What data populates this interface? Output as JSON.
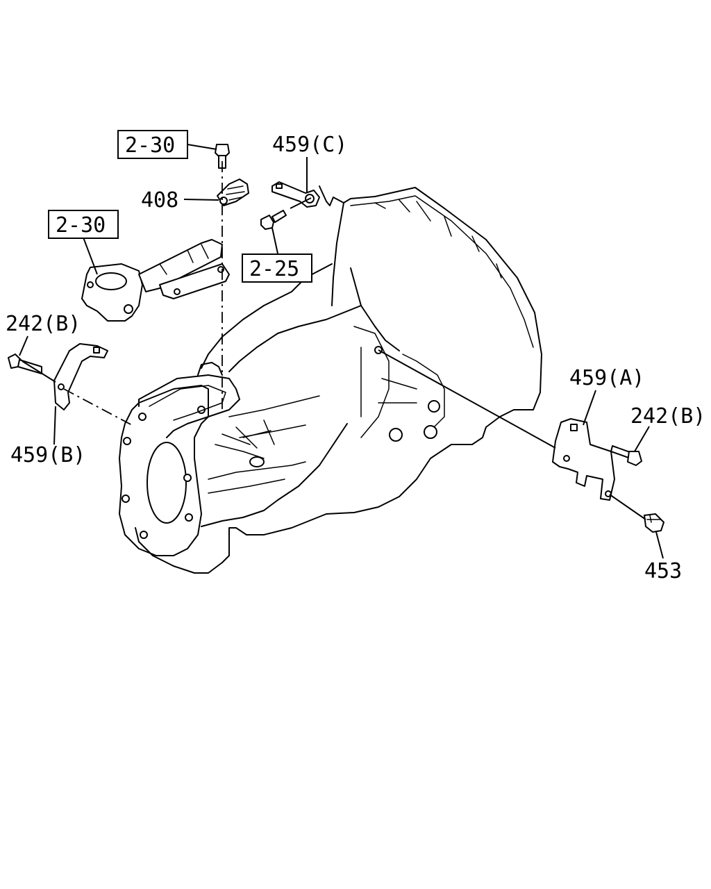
{
  "callouts": {
    "ref_2_30_top": "2-30",
    "ref_2_30_left": "2-30",
    "ref_2_25": "2-25",
    "part_408": "408",
    "part_459c": "459(C)",
    "part_242b_left": "242(B)",
    "part_459b": "459(B)",
    "part_459a": "459(A)",
    "part_242b_right": "242(B)",
    "part_453": "453"
  }
}
